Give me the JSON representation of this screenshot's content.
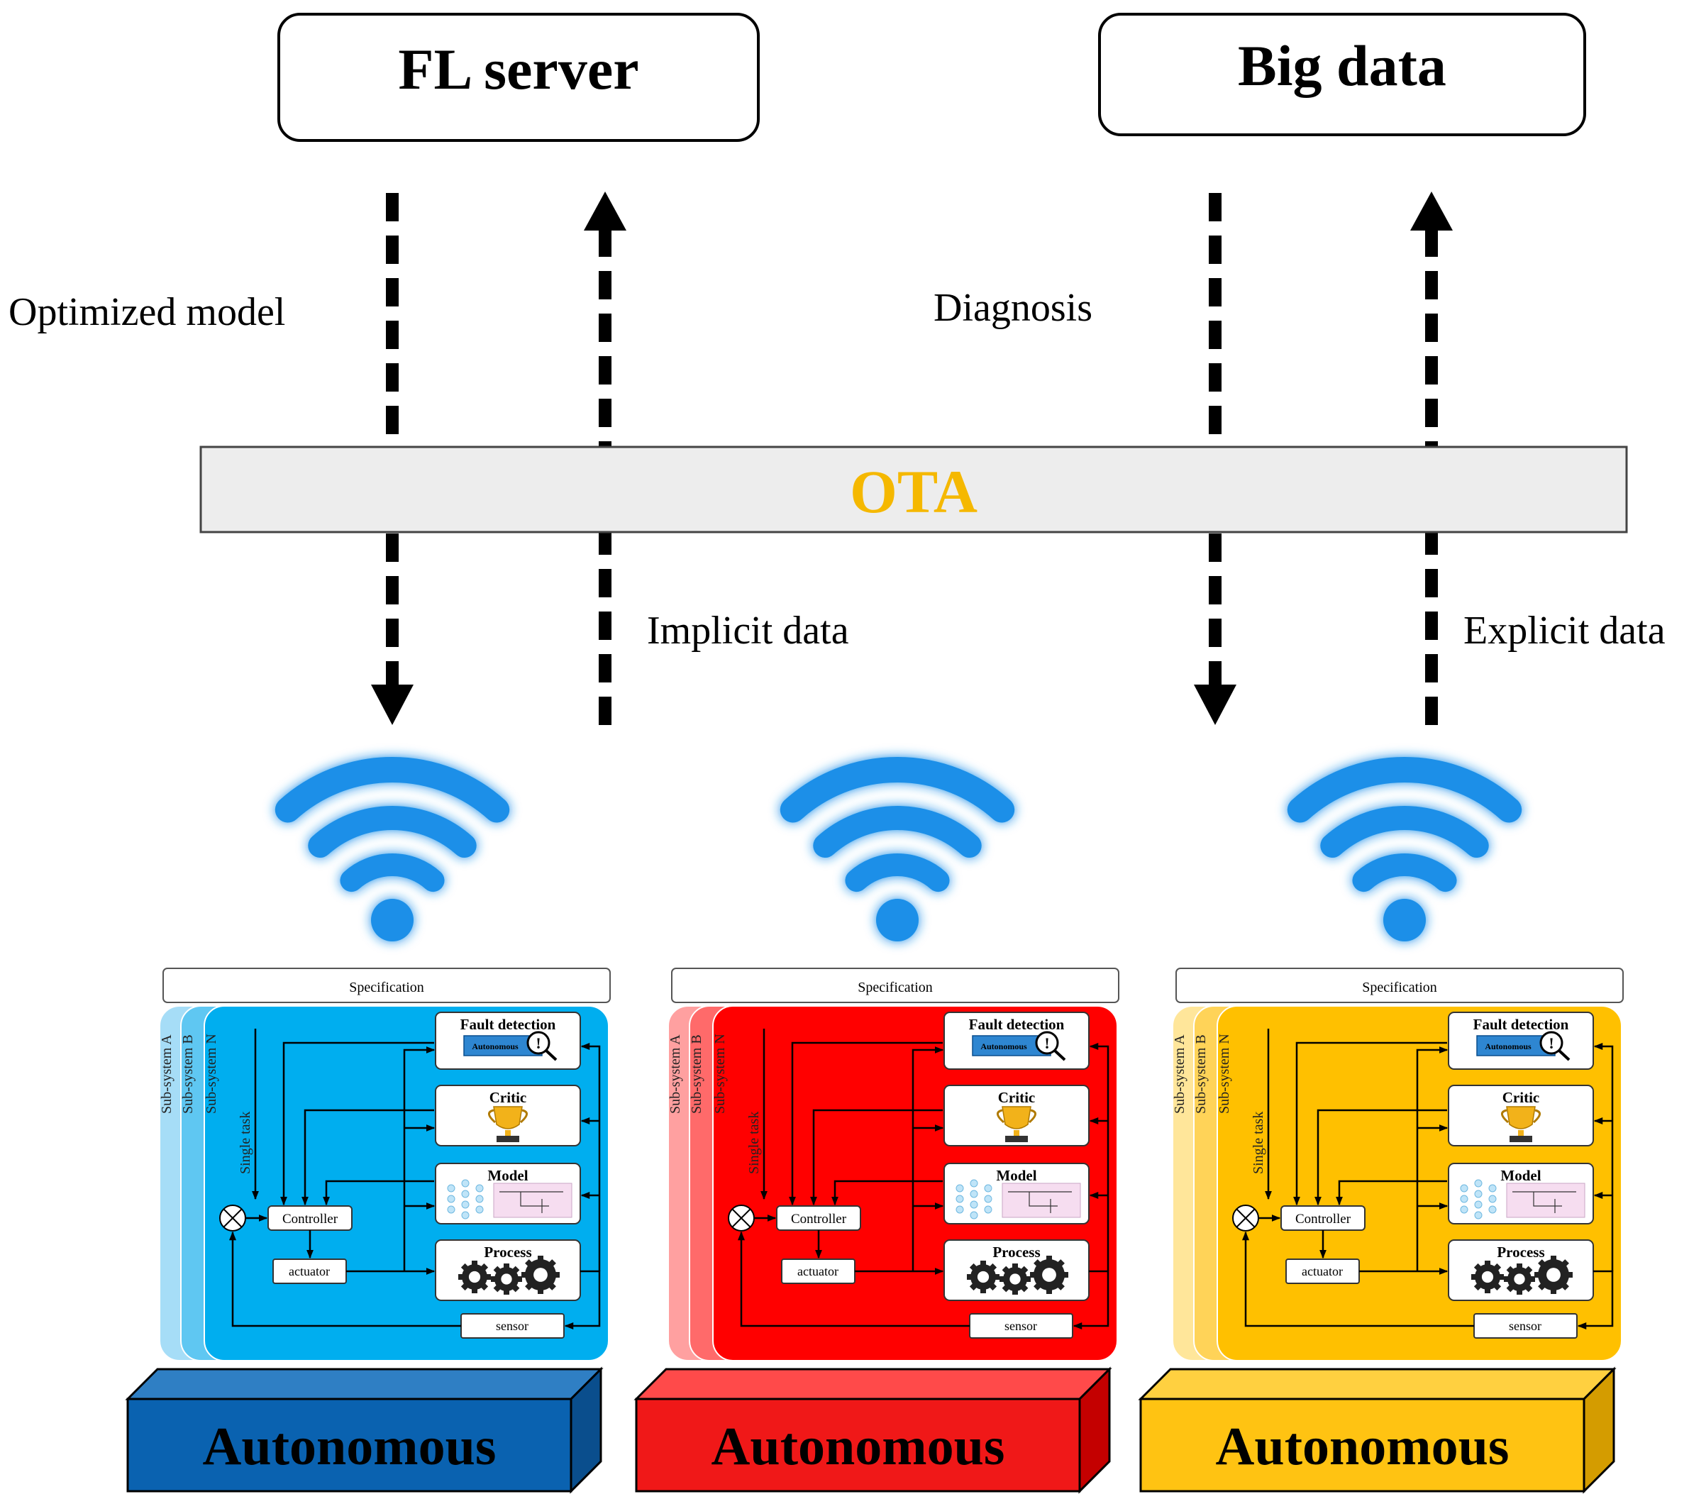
{
  "top_boxes": {
    "fl_server": "FL server",
    "big_data": "Big data"
  },
  "labels": {
    "optimized_model": "Optimized model",
    "diagnosis": "Diagnosis",
    "implicit_data": "Implicit data",
    "explicit_data": "Explicit data"
  },
  "ota_bar": {
    "label": "OTA",
    "label_color": "#F5B800"
  },
  "icons": {
    "wireless": "wifi-icon",
    "comparator": "summing-junction-icon",
    "critic": "trophy-icon",
    "model": "neural-network-icon",
    "process": "gears-icon",
    "fault_detection": "fault-detection-icon"
  },
  "subsystem_panel": {
    "specification": "Specification",
    "layers": [
      "Sub-system A",
      "Sub-system B",
      "Sub-system N"
    ],
    "task": "Single task",
    "fault_detection": "Fault detection",
    "fault_detection_inner": "Autonomous",
    "critic": "Critic",
    "model": "Model",
    "process": "Process",
    "controller": "Controller",
    "actuator": "actuator",
    "sensor": "sensor"
  },
  "units": [
    {
      "label": "Autonomous",
      "color": "#00AEEF",
      "light": "#A6DDF7",
      "mid": "#5FC7F2",
      "block": "#0A62B0",
      "block_top": "#2F7FC4",
      "block_side": "#0A4E8D"
    },
    {
      "label": "Autonomous",
      "color": "#FF0000",
      "light": "#FFA0A0",
      "mid": "#FF6A6A",
      "block": "#F01818",
      "block_top": "#FF4A4A",
      "block_side": "#C40000"
    },
    {
      "label": "Autonomous",
      "color": "#FFC000",
      "light": "#FFE69A",
      "mid": "#FFD358",
      "block": "#FFC312",
      "block_top": "#FFD040",
      "block_side": "#D49C00"
    }
  ]
}
